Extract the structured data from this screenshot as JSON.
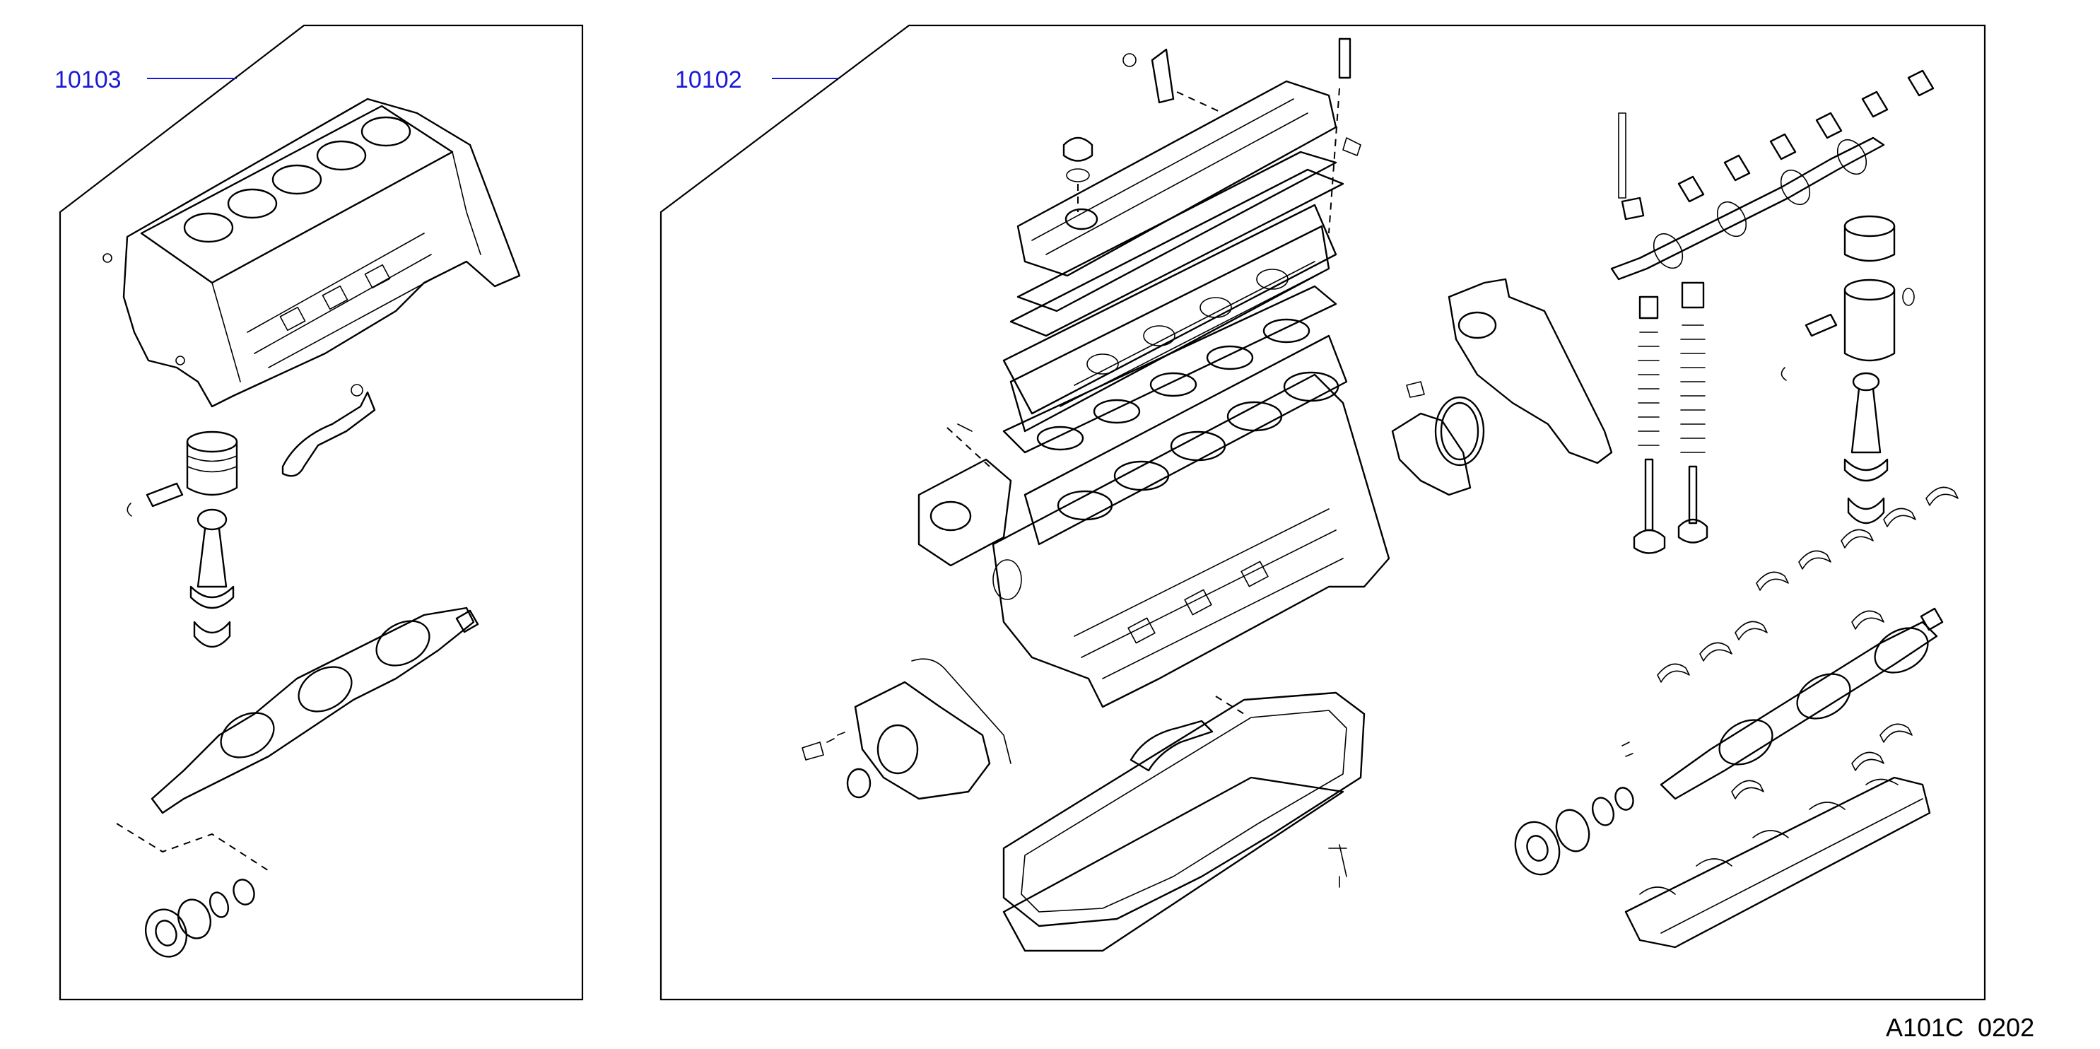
{
  "callouts": [
    {
      "part_number": "10103"
    },
    {
      "part_number": "10102"
    }
  ],
  "footer": {
    "diagram_code": "A101C",
    "revision": "0202"
  },
  "colors": {
    "callout": "#1a1ad6",
    "line": "#000000",
    "background": "#ffffff"
  }
}
